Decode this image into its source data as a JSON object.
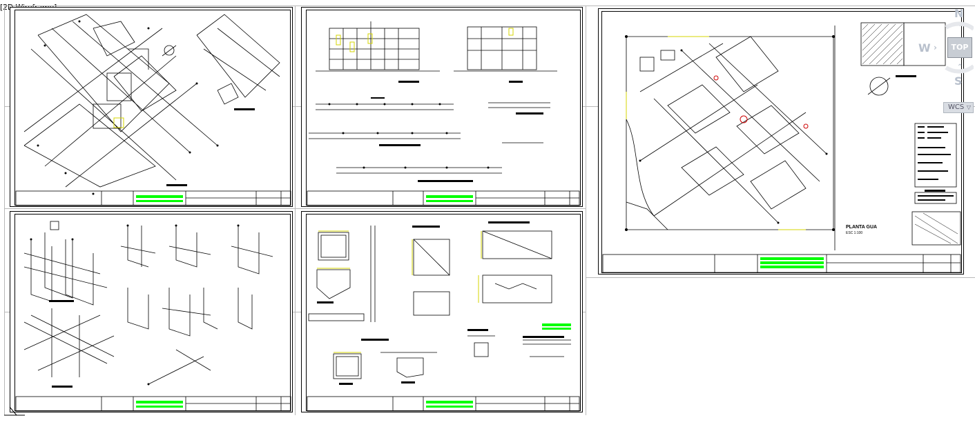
{
  "viewport": {
    "label": "[2D Wireframe]"
  },
  "navcube": {
    "north": "N",
    "south": "S",
    "west": "W",
    "top_face": "TOP"
  },
  "wcs": {
    "label": "WCS",
    "arrow": "▽"
  },
  "sheets": [
    {
      "id": "sheet-1",
      "content": "rotated-floor-plan"
    },
    {
      "id": "sheet-2",
      "content": "elevations-and-sections"
    },
    {
      "id": "sheet-3",
      "content": "isometric-piping"
    },
    {
      "id": "sheet-4",
      "content": "tank-details"
    },
    {
      "id": "sheet-5",
      "content": "site-plan"
    }
  ],
  "site_plan": {
    "plan_label": "PLANTA GUA",
    "plan_sublabel": "ESC 1:100"
  },
  "colors": {
    "accent_green": "#00ff00",
    "line": "#000000",
    "highlight_yellow": "#d4d400",
    "highlight_red": "#cc0000",
    "grid": "#b8b8b8"
  }
}
